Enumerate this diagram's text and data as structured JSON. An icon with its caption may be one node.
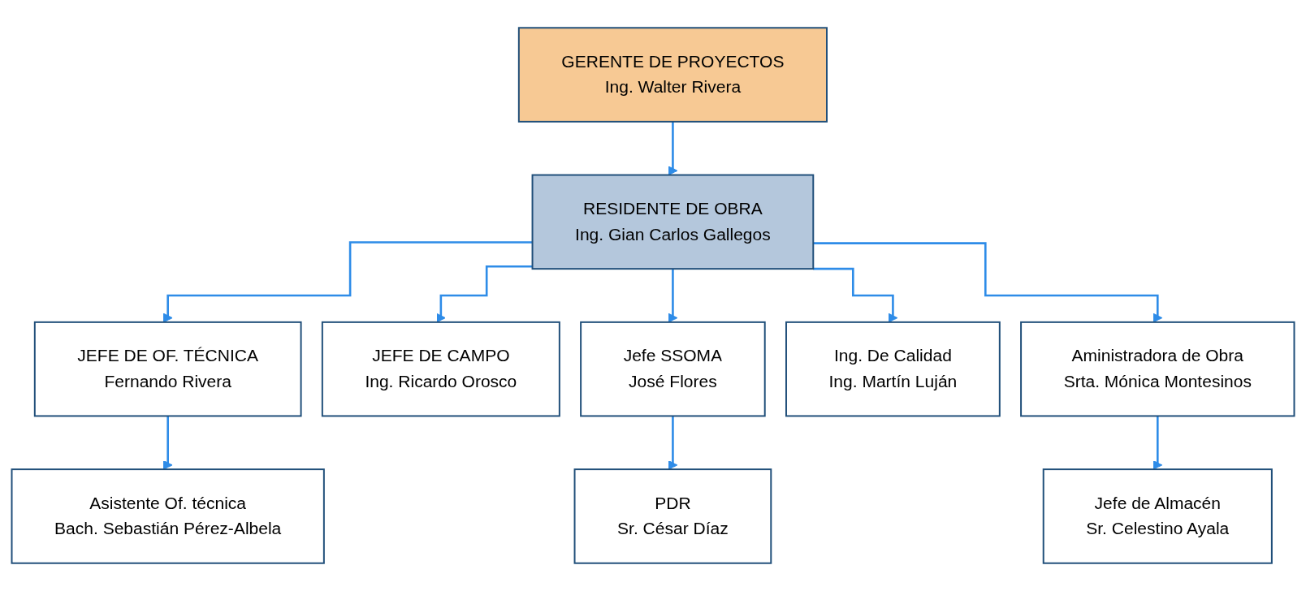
{
  "diagram": {
    "nodes": [
      {
        "text": [
          "GERENTE DE PROYECTOS",
          "Ing. Walter Rivera"
        ]
      },
      {
        "text": [
          "RESIDENTE DE OBRA",
          "Ing. Gian Carlos Gallegos"
        ]
      },
      {
        "text": [
          "JEFE DE OF. TÉCNICA",
          "Fernando Rivera"
        ]
      },
      {
        "text": [
          "JEFE DE CAMPO",
          "Ing. Ricardo Orosco"
        ]
      },
      {
        "text": [
          "Jefe SSOMA",
          "José Flores"
        ]
      },
      {
        "text": [
          "Ing. De Calidad",
          "Ing. Martín Luján"
        ]
      },
      {
        "text": [
          "Aministradora de Obra",
          "Srta. Mónica Montesinos"
        ]
      },
      {
        "text": [
          "Asistente Of. técnica",
          "Bach. Sebastián Pérez-Albela"
        ]
      },
      {
        "text": [
          "PDR",
          "Sr. César Díaz"
        ]
      },
      {
        "text": [
          "Jefe de Almacén",
          "Sr. Celestino Ayala"
        ]
      }
    ],
    "edges": [
      {
        "from": 0,
        "to": 1,
        "arrow": "to"
      },
      {
        "from": 1,
        "to": 2,
        "arrow": "to"
      },
      {
        "from": 1,
        "to": 3,
        "arrow": "to"
      },
      {
        "from": 1,
        "to": 4,
        "arrow": "to"
      },
      {
        "from": 1,
        "to": 5,
        "arrow": "to"
      },
      {
        "from": 1,
        "to": 6,
        "arrow": "to"
      },
      {
        "from": 2,
        "to": 7,
        "arrow": "to"
      },
      {
        "from": 4,
        "to": 8,
        "arrow": "to"
      },
      {
        "from": 6,
        "to": 9,
        "arrow": "to"
      }
    ]
  }
}
